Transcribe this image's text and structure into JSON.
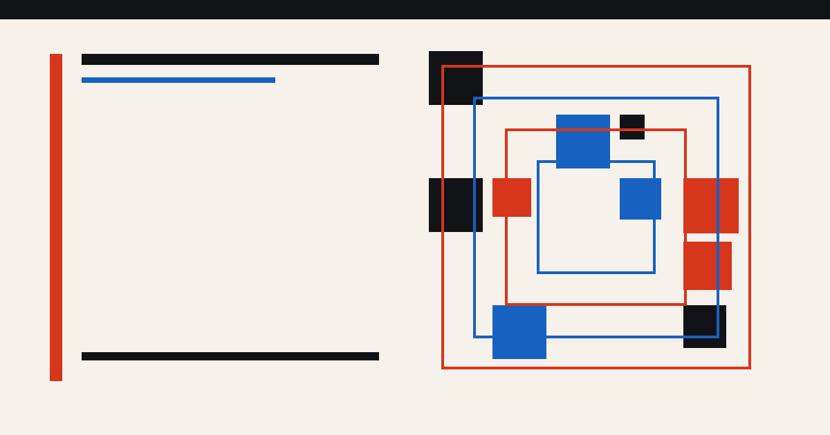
{
  "colors": {
    "background": "#f6f1ea",
    "ink": "#121316",
    "red": "#d6361c",
    "blue": "#1761c0"
  },
  "shapes": {
    "frames": [
      "red",
      "blue",
      "red",
      "blue"
    ],
    "blocks": [
      "ink",
      "ink",
      "blue",
      "ink",
      "red",
      "blue",
      "red",
      "red",
      "blue",
      "ink"
    ]
  }
}
